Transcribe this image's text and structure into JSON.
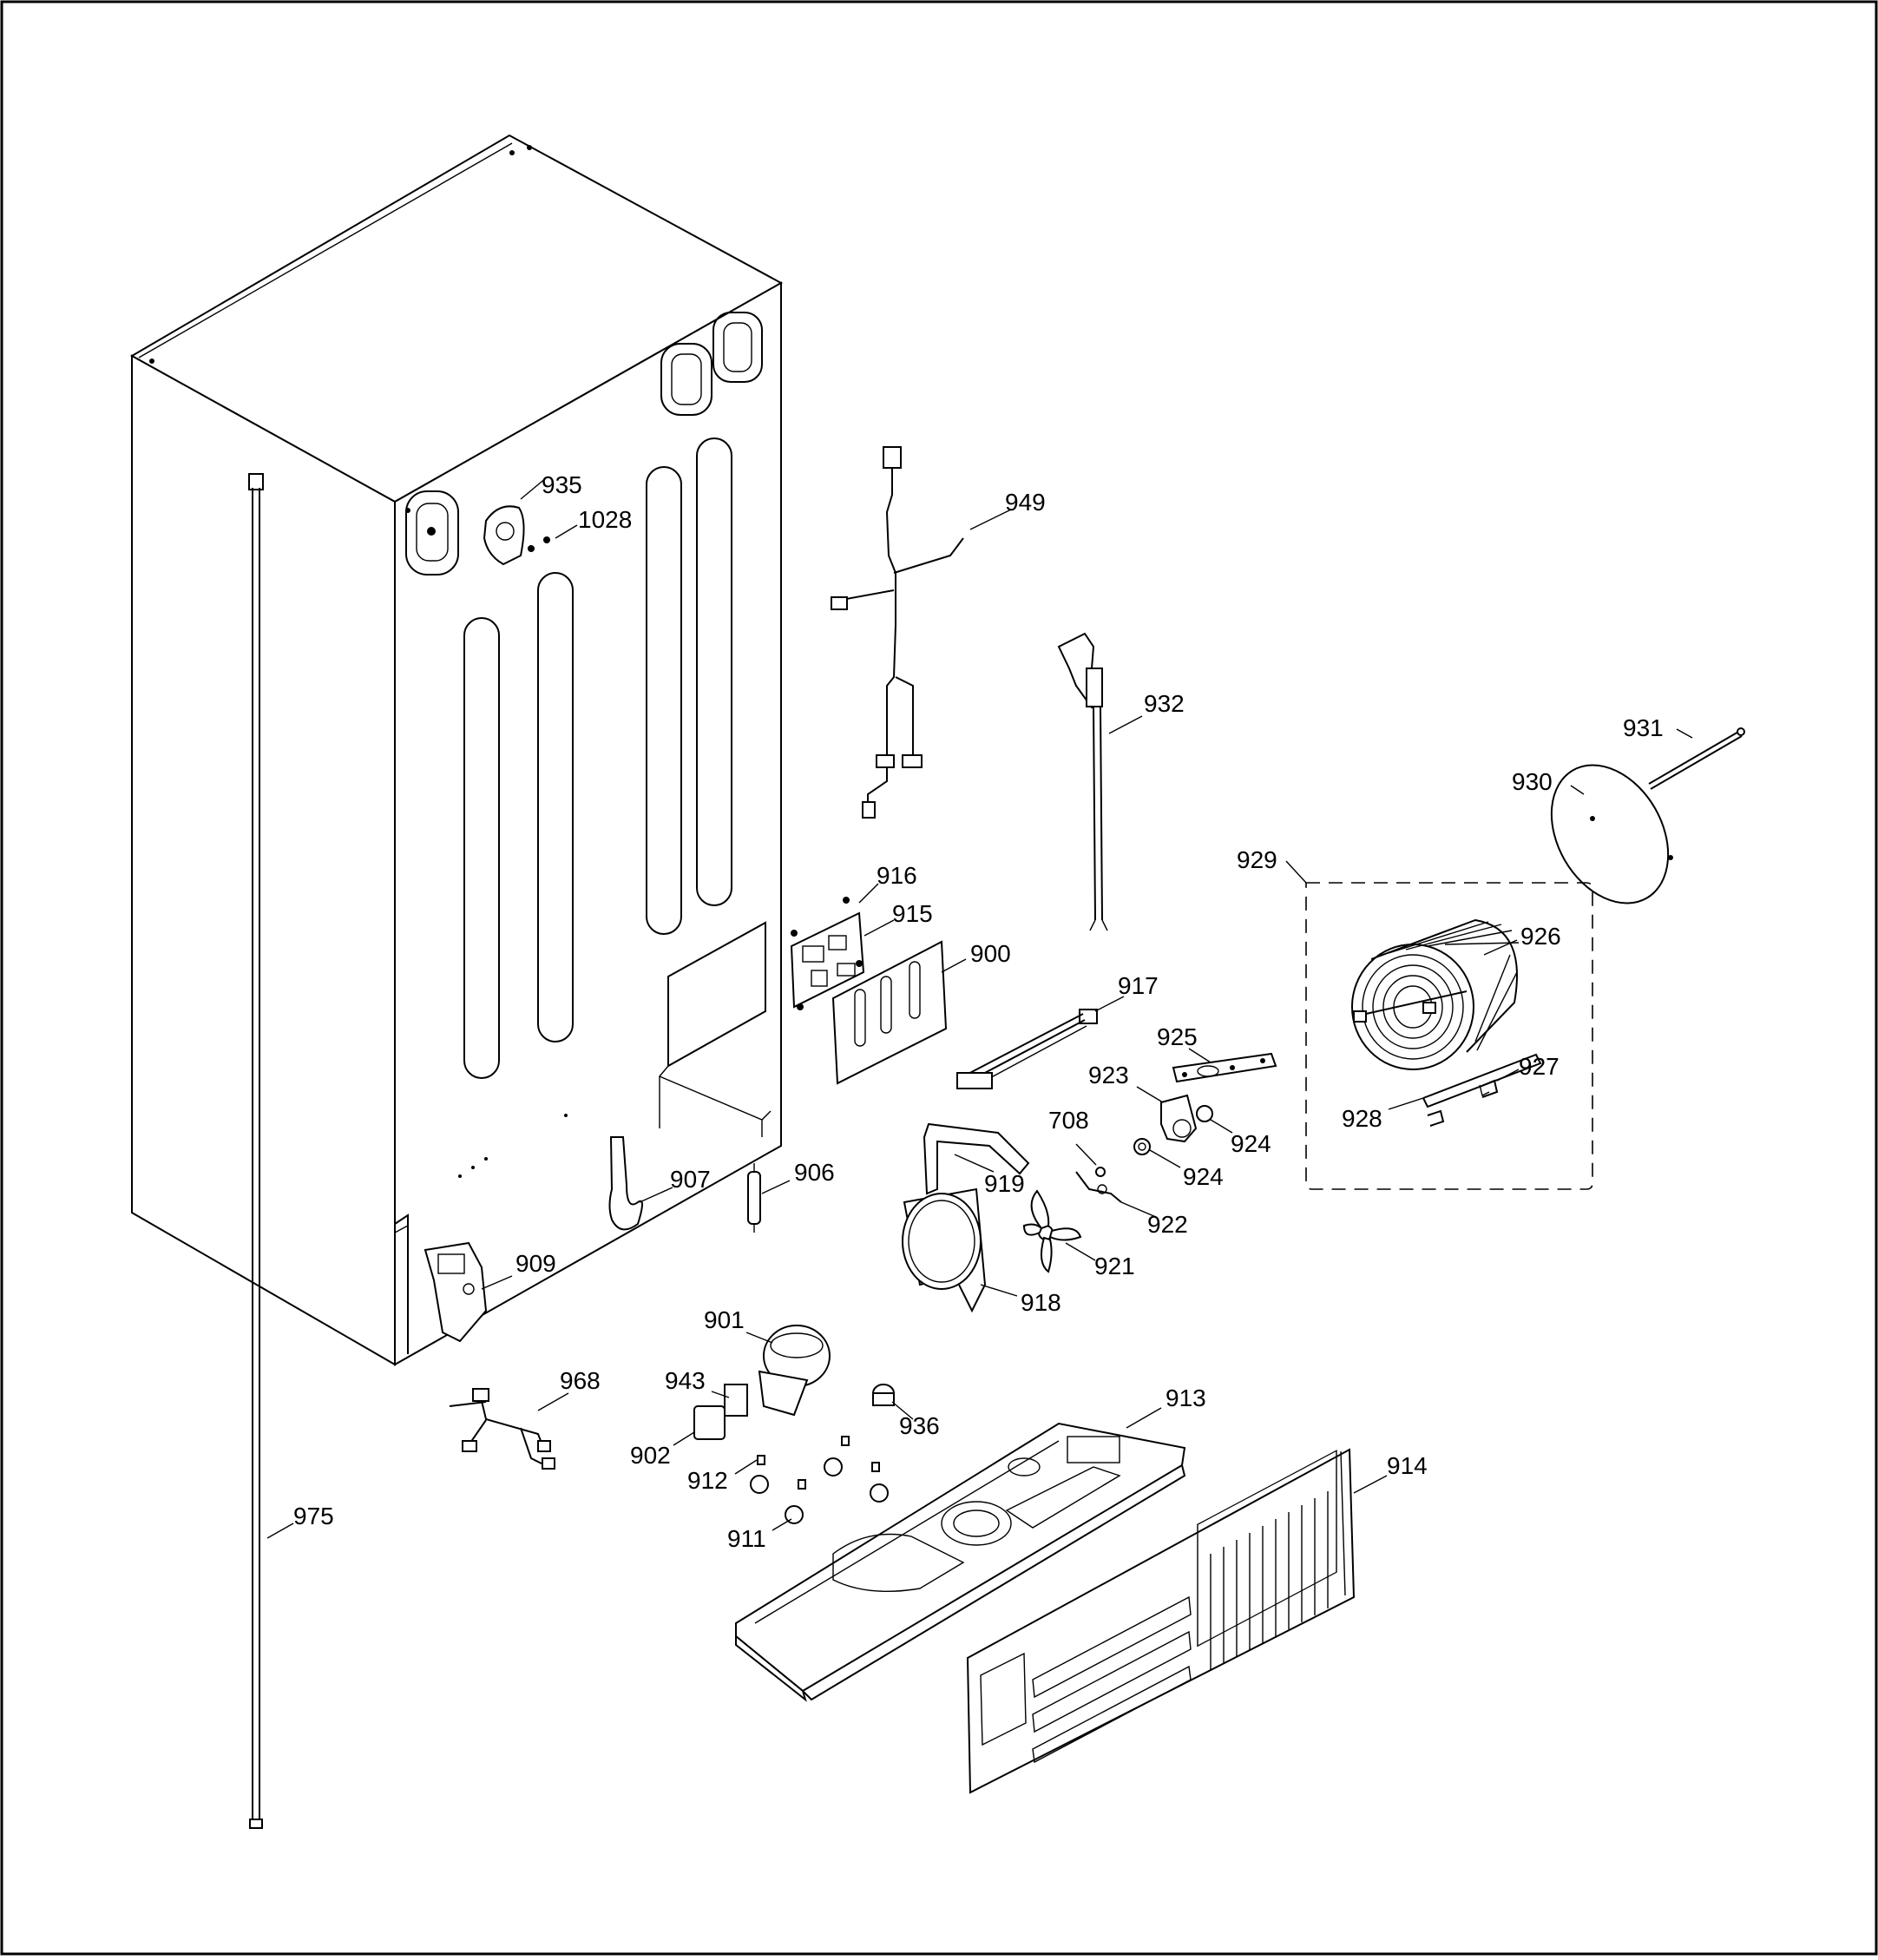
{
  "diagram": {
    "labels": {
      "p935": "935",
      "p1028": "1028",
      "p949": "949",
      "p932": "932",
      "p931": "931",
      "p930": "930",
      "p929": "929",
      "p926": "926",
      "p927": "927",
      "p928": "928",
      "p925": "925",
      "p923": "923",
      "p924a": "924",
      "p924b": "924",
      "p916": "916",
      "p915": "915",
      "p900": "900",
      "p917": "917",
      "p708": "708",
      "p919": "919",
      "p922": "922",
      "p921": "921",
      "p918": "918",
      "p907": "907",
      "p906": "906",
      "p909": "909",
      "p901": "901",
      "p943": "943",
      "p902": "902",
      "p912": "912",
      "p911": "911",
      "p936": "936",
      "p913": "913",
      "p914": "914",
      "p968": "968",
      "p975": "975"
    }
  }
}
